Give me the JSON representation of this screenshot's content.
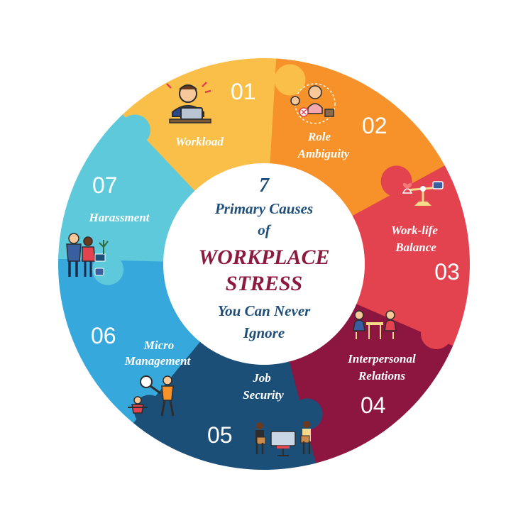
{
  "center": {
    "line1": "7",
    "line2": "Primary Causes",
    "line3": "of",
    "line4": "WORKPLACE",
    "line5": "STRESS",
    "line6": "You Can Never",
    "line7": "Ignore"
  },
  "colors": {
    "s01": "#f9bf49",
    "s02": "#f7922a",
    "s03": "#e2434f",
    "s04": "#8d1640",
    "s05": "#1b4f78",
    "s06": "#37a8dc",
    "s07": "#5fc9dc",
    "center_text": "#1f4e79",
    "accent_text": "#8b1a3e"
  },
  "segments": [
    {
      "number": "01",
      "label_lines": [
        "Workload"
      ],
      "icon": "stressed-worker-icon"
    },
    {
      "number": "02",
      "label_lines": [
        "Role",
        "Ambiguity"
      ],
      "icon": "confused-roles-icon"
    },
    {
      "number": "03",
      "label_lines": [
        "Work-life",
        "Balance"
      ],
      "icon": "balance-scale-icon"
    },
    {
      "number": "04",
      "label_lines": [
        "Interpersonal",
        "Relations"
      ],
      "icon": "meeting-people-icon"
    },
    {
      "number": "05",
      "label_lines": [
        "Job",
        "Security"
      ],
      "icon": "dismissed-workers-icon"
    },
    {
      "number": "06",
      "label_lines": [
        "Micro",
        "Management"
      ],
      "icon": "magnifier-manager-icon"
    },
    {
      "number": "07",
      "label_lines": [
        "Harassment"
      ],
      "icon": "harassment-scene-icon"
    }
  ]
}
